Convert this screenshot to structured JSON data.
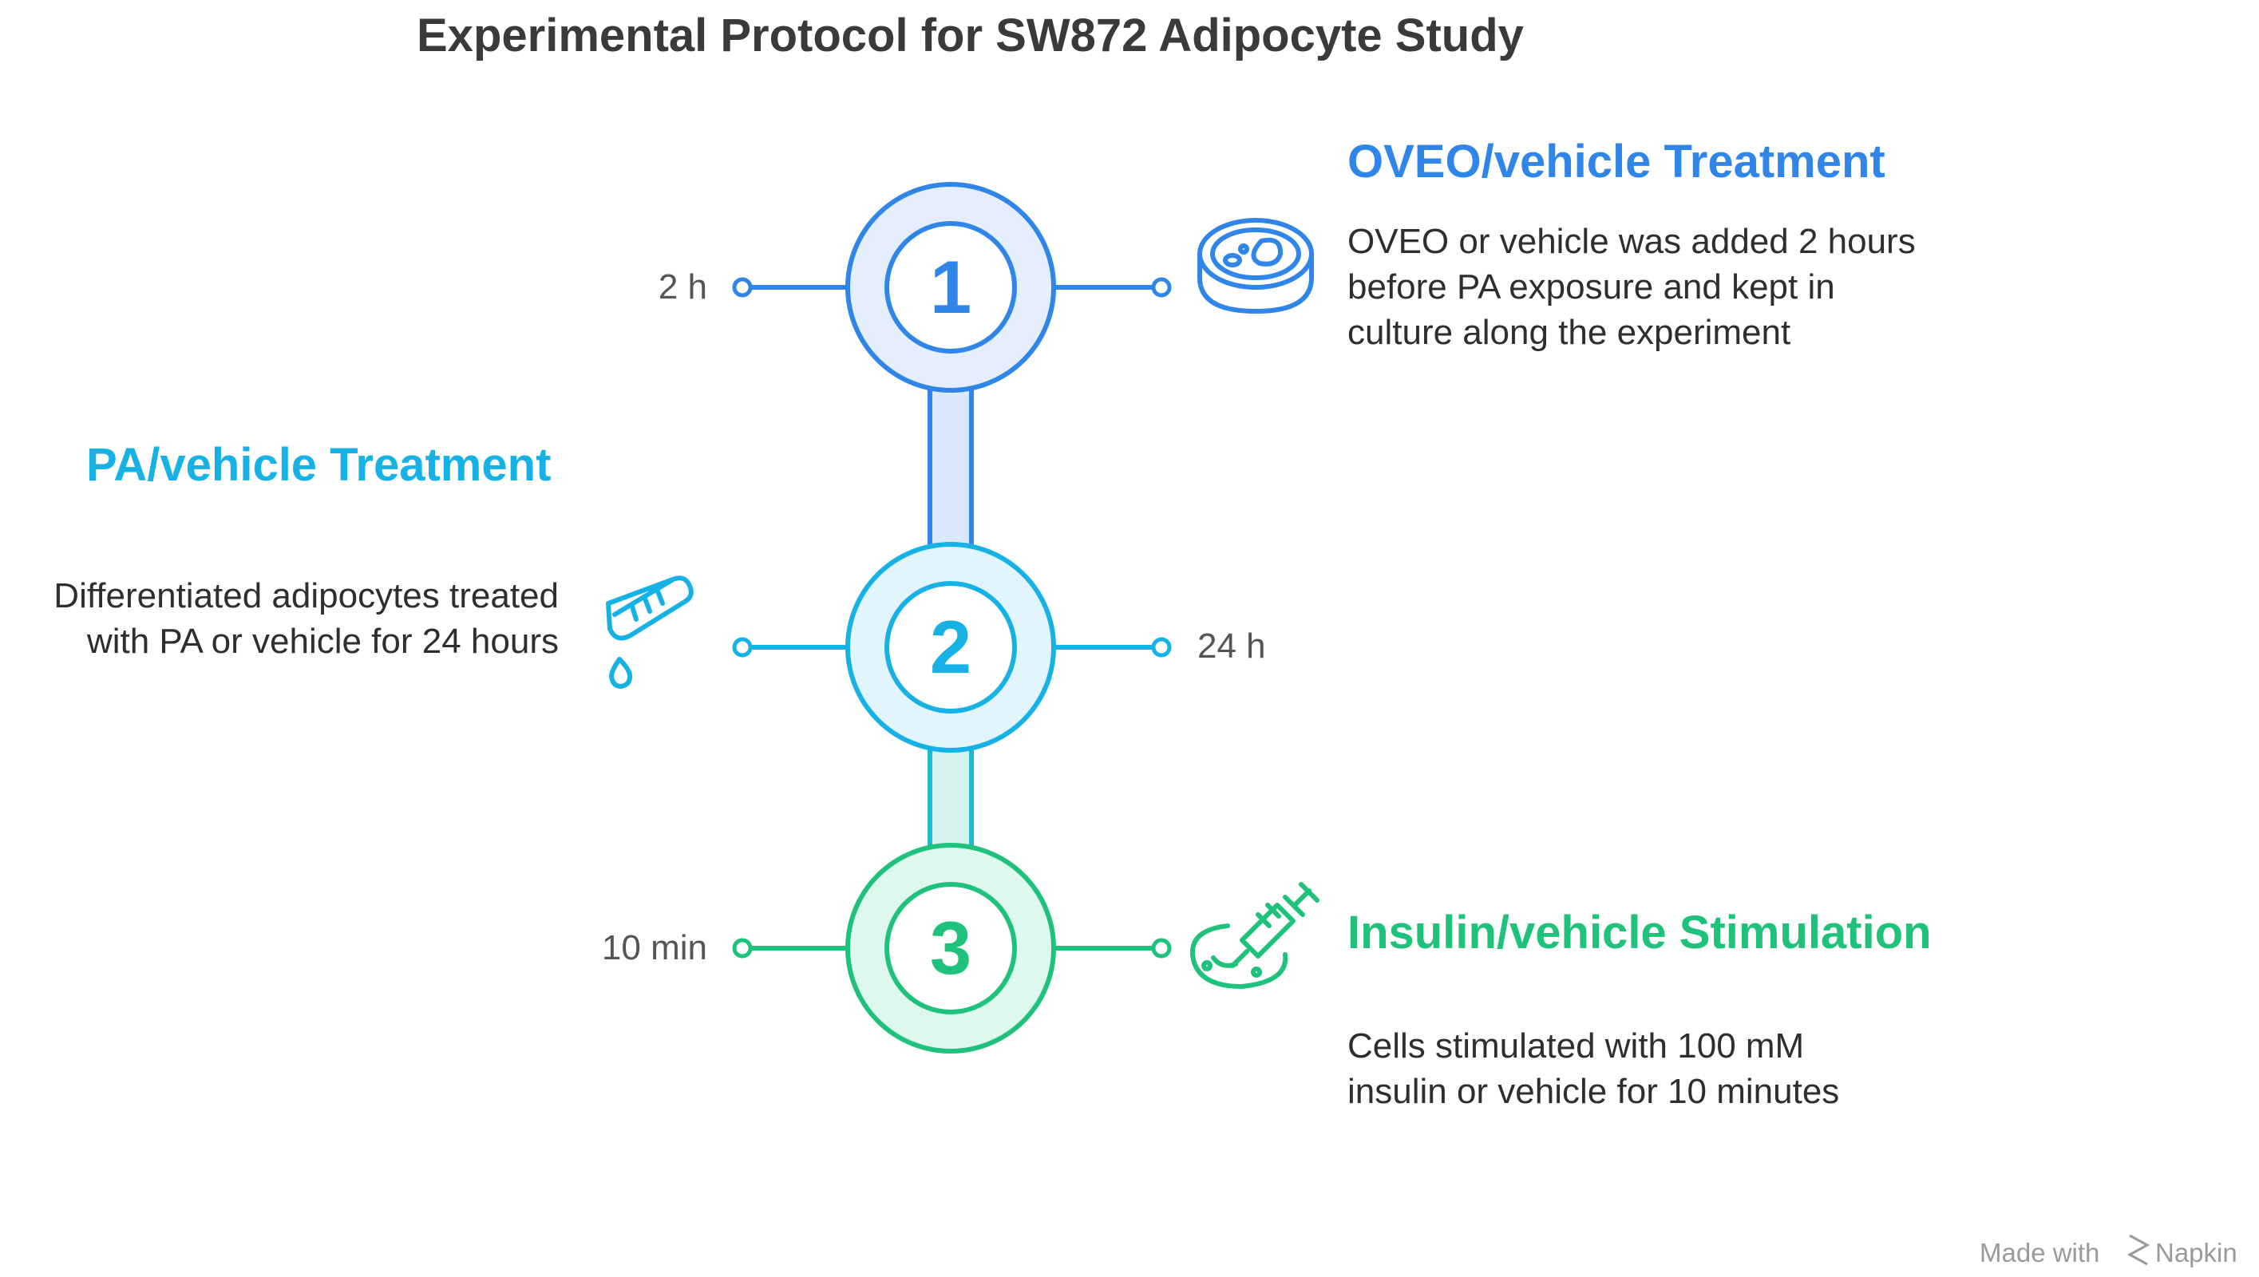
{
  "title": "Experimental Protocol for SW872 Adipocyte Study",
  "colors": {
    "step1": "#2f86e8",
    "step2": "#16b2e6",
    "step3": "#1fc27a",
    "title": "#3a3a3a",
    "text": "#2e2e2e"
  },
  "steps": [
    {
      "number": "1",
      "time": "2 h",
      "title": "OVEO/vehicle Treatment",
      "description_lines": [
        "OVEO or vehicle was added 2 hours",
        "before PA exposure and kept in",
        "culture along the experiment"
      ],
      "icon": "petri-dish-icon"
    },
    {
      "number": "2",
      "time": "24 h",
      "title": "PA/vehicle Treatment",
      "description_lines": [
        "Differentiated adipocytes treated",
        "with PA or vehicle for 24 hours"
      ],
      "icon": "test-tube-drop-icon"
    },
    {
      "number": "3",
      "time": "10 min",
      "title": "Insulin/vehicle Stimulation",
      "description_lines": [
        "Cells stimulated with 100 mM",
        "insulin or vehicle for 10 minutes"
      ],
      "icon": "syringe-dish-icon"
    }
  ],
  "watermark": {
    "prefix": "Made with",
    "brand": "Napkin"
  }
}
